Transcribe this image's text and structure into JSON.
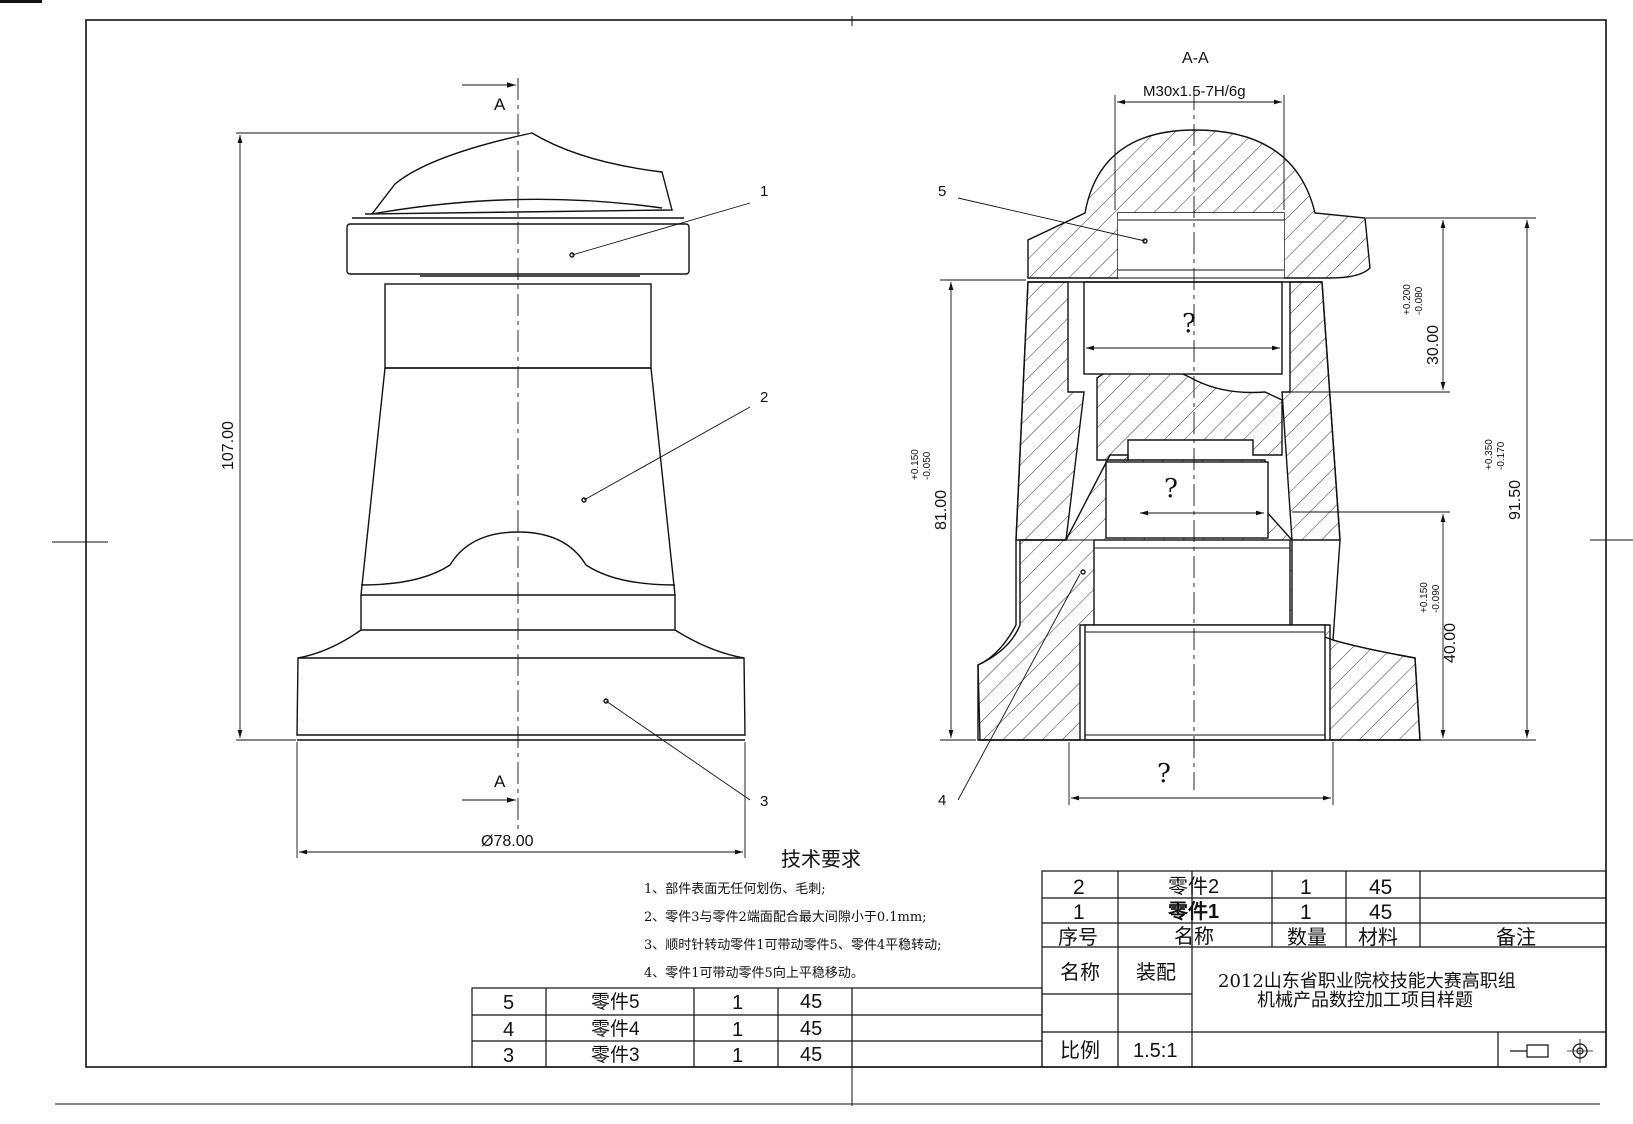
{
  "left_view": {
    "section_mark_top": "A",
    "section_mark_bottom": "A",
    "dim_height": "107.00",
    "dim_diameter": "Ø78.00",
    "callouts": [
      "1",
      "2",
      "3"
    ]
  },
  "right_view": {
    "section_title": "A-A",
    "thread": "M30x1.5-7H/6g",
    "unknown_mark": "?",
    "callouts": [
      "5",
      "4"
    ],
    "dims": {
      "d81": {
        "value": "81.00",
        "upper": "+0.150",
        "lower": "-0.050"
      },
      "d30": {
        "value": "30.00",
        "upper": "+0.200",
        "lower": "-0.080"
      },
      "d91": {
        "value": "91.50",
        "upper": "+0.350",
        "lower": "-0.170"
      },
      "d40": {
        "value": "40.00",
        "upper": "+0.150",
        "lower": "-0.090"
      }
    }
  },
  "tech_req": {
    "title": "技术要求",
    "items": [
      "1、部件表面无任何划伤、毛刺;",
      "2、零件3与零件2端面配合最大间隙小于0.1mm;",
      "3、顺时针转动零件1可带动零件5、零件4平稳转动;",
      "4、零件1可带动零件5向上平稳移动。"
    ]
  },
  "parts_small": [
    {
      "no": "5",
      "name": "零件5",
      "qty": "1",
      "mat": "45"
    },
    {
      "no": "4",
      "name": "零件4",
      "qty": "1",
      "mat": "45"
    },
    {
      "no": "3",
      "name": "零件3",
      "qty": "1",
      "mat": "45"
    }
  ],
  "title_block": {
    "rows": [
      {
        "no": "2",
        "name": "零件2",
        "qty": "1",
        "mat": "45"
      },
      {
        "no": "1",
        "name": "零件1",
        "qty": "1",
        "mat": "45"
      }
    ],
    "headers": {
      "no": "序号",
      "name": "名称",
      "qty": "数量",
      "mat": "材料",
      "note": "备注"
    },
    "name_label": "名称",
    "name_value": "装配",
    "title_line1": "2012山东省职业院校技能大赛高职组",
    "title_line2": "机械产品数控加工项目样题",
    "scale_label": "比例",
    "scale_value": "1.5:1"
  }
}
